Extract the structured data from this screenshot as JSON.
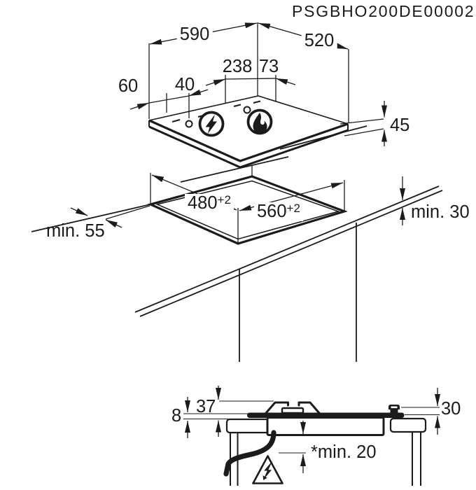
{
  "title": "PSGBHO200DE00002",
  "top_view": {
    "hob_width": "590",
    "hob_depth": "520",
    "connection_offset_front": "238",
    "connection_offset_side": "73",
    "ignition_offset_a": "60",
    "ignition_offset_b": "40",
    "hob_height": "45",
    "electric_icon": "lightning-in-circle",
    "gas_icon": "flame-in-circle"
  },
  "cutout_view": {
    "cutout_depth": "480",
    "cutout_depth_tolerance": "+2",
    "cutout_width": "560",
    "cutout_width_tolerance": "+2",
    "min_front_distance": "min. 55",
    "min_worktop_thickness": "min. 30"
  },
  "section_view": {
    "profile_above_worktop": "8",
    "pan_support_height": "37",
    "control_height": "30",
    "min_clearance_below": "*min. 20",
    "warning_icon": "electric-shock-warning-triangle"
  }
}
